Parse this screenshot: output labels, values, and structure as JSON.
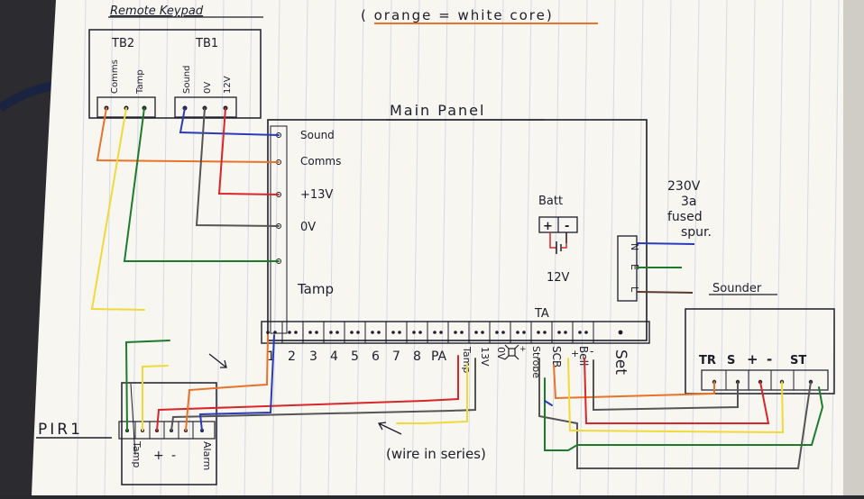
{
  "header": {
    "remote_keypad": "Remote Keypad",
    "legend_note": "( orange = white core)",
    "main_panel": "Main Panel"
  },
  "keypad": {
    "tb2": "TB2",
    "tb1": "TB1",
    "tb2_terminals": [
      "Comms",
      "Tamp"
    ],
    "tb1_terminals": [
      "Sound",
      "0V",
      "12V"
    ]
  },
  "panel": {
    "left_terminals": [
      "Sound",
      "Comms",
      "+13V",
      "0V",
      "Tamp"
    ],
    "bottom_numbers": [
      "1",
      "2",
      "3",
      "4",
      "5",
      "6",
      "7",
      "8",
      "PA"
    ],
    "bottom_vertical": [
      "Tamp",
      "13V",
      "0V"
    ],
    "strobe": "Strobe",
    "scb": "SCB",
    "bell": "Bell",
    "bell_signs": [
      "+",
      "-"
    ],
    "set": "Set",
    "ta": "TA",
    "batt_label": "Batt",
    "batt_terms": [
      "+",
      "-"
    ],
    "batt_voltage": "12V",
    "len_terms": [
      "N",
      "E",
      "L"
    ]
  },
  "mains": {
    "line1": "230V",
    "line2": "3a",
    "line3": "fused",
    "line4": "spur."
  },
  "sounder": {
    "title": "Sounder",
    "terms": [
      "TR",
      "S",
      "+",
      "-",
      "ST"
    ]
  },
  "pir": {
    "title": "PIR1",
    "tamp": "Tamp",
    "plus": "+",
    "minus": "-",
    "alarm": "Alarm"
  },
  "notes": {
    "series": "(wire in series)"
  },
  "colors": {
    "paper": "#f7f6f1",
    "rule": "#d5dbe6",
    "ink": "#1d1d2a",
    "orange": "#e8722a",
    "red": "#d8262a",
    "blue": "#2b3bb8",
    "green": "#1f7a2c",
    "yellow": "#f2d93a",
    "black": "#333333"
  }
}
